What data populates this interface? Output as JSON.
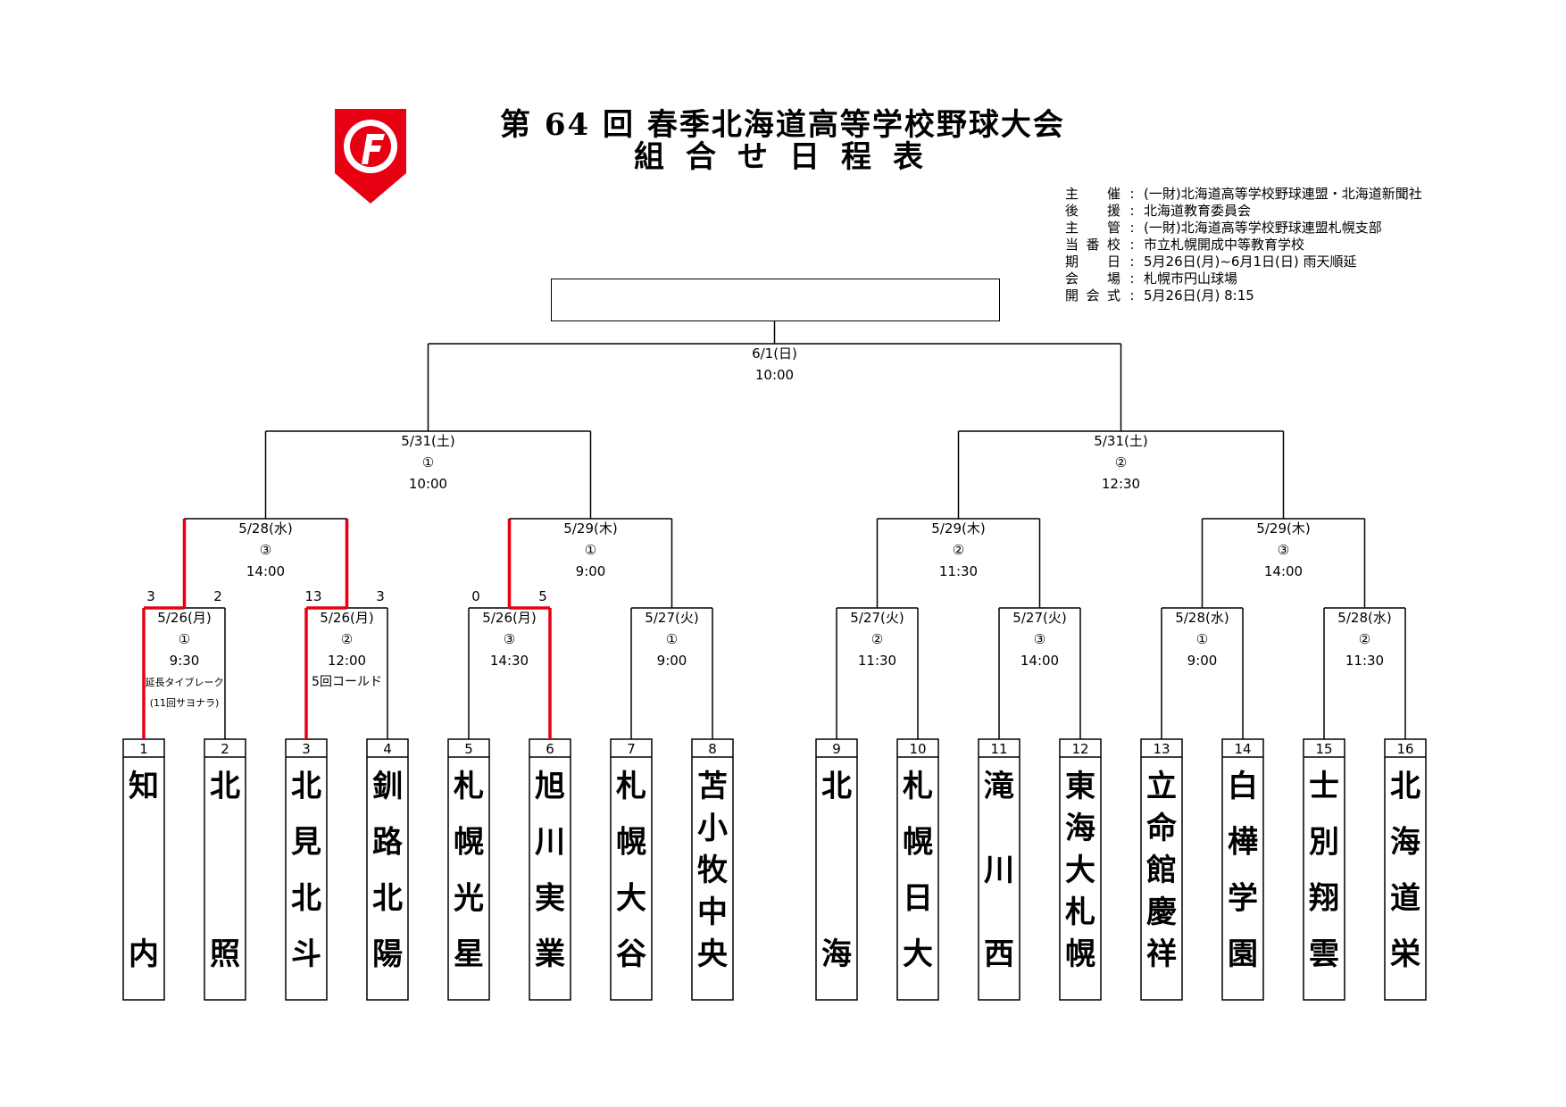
{
  "header": {
    "title_line1": "第 64 回  春季北海道高等学校野球大会",
    "title_line2": "組合せ日程表"
  },
  "logo": {
    "icon": "fighters-f-shield-icon",
    "accent": "#E60012"
  },
  "info": [
    {
      "label": "主催",
      "value": "(一財)北海道高等学校野球連盟・北海道新聞社"
    },
    {
      "label": "後援",
      "value": "北海道教育委員会"
    },
    {
      "label": "主管",
      "value": "(一財)北海道高等学校野球連盟札幌支部"
    },
    {
      "label": "当番校",
      "value": "市立札幌開成中等教育学校"
    },
    {
      "label": "期日",
      "value": " 5月26日(月)~6月1日(日)    雨天順延"
    },
    {
      "label": "会場",
      "value": "札幌市円山球場"
    },
    {
      "label": "開会式",
      "value": " 5月26日(月)  8:15"
    }
  ],
  "colors": {
    "winner_path": "#E60012",
    "line": "#000000"
  },
  "teams": [
    {
      "num": "1",
      "name": "知内"
    },
    {
      "num": "2",
      "name": "北照"
    },
    {
      "num": "3",
      "name": "北見北斗"
    },
    {
      "num": "4",
      "name": "釧路北陽"
    },
    {
      "num": "5",
      "name": "札幌光星"
    },
    {
      "num": "6",
      "name": "旭川実業"
    },
    {
      "num": "7",
      "name": "札幌大谷"
    },
    {
      "num": "8",
      "name": "苫小牧中央"
    },
    {
      "num": "9",
      "name": "北海"
    },
    {
      "num": "10",
      "name": "札幌日大"
    },
    {
      "num": "11",
      "name": "滝川西"
    },
    {
      "num": "12",
      "name": "東海大札幌"
    },
    {
      "num": "13",
      "name": "立命館慶祥"
    },
    {
      "num": "14",
      "name": "白樺学園"
    },
    {
      "num": "15",
      "name": "士別翔雲"
    },
    {
      "num": "16",
      "name": "北海道栄"
    }
  ],
  "round1": [
    {
      "date": "5/26(月)",
      "game": "①",
      "time": "9:30",
      "note1": "延長タイブレーク",
      "note2": "(11回サヨナラ)",
      "score_left": "3",
      "score_right": "2",
      "winner": "left"
    },
    {
      "date": "5/26(月)",
      "game": "②",
      "time": "12:00",
      "note1": "5回コールド",
      "note2": "",
      "score_left": "13",
      "score_right": "3",
      "winner": "left"
    },
    {
      "date": "5/26(月)",
      "game": "③",
      "time": "14:30",
      "note1": "",
      "note2": "",
      "score_left": "0",
      "score_right": "5",
      "winner": "right"
    },
    {
      "date": "5/27(火)",
      "game": "①",
      "time": "9:00",
      "note1": "",
      "note2": "",
      "score_left": "",
      "score_right": "",
      "winner": ""
    },
    {
      "date": "5/27(火)",
      "game": "②",
      "time": "11:30",
      "note1": "",
      "note2": "",
      "score_left": "",
      "score_right": "",
      "winner": ""
    },
    {
      "date": "5/27(火)",
      "game": "③",
      "time": "14:00",
      "note1": "",
      "note2": "",
      "score_left": "",
      "score_right": "",
      "winner": ""
    },
    {
      "date": "5/28(水)",
      "game": "①",
      "time": "9:00",
      "note1": "",
      "note2": "",
      "score_left": "",
      "score_right": "",
      "winner": ""
    },
    {
      "date": "5/28(水)",
      "game": "②",
      "time": "11:30",
      "note1": "",
      "note2": "",
      "score_left": "",
      "score_right": "",
      "winner": ""
    }
  ],
  "quarterfinals": [
    {
      "date": "5/28(水)",
      "game": "③",
      "time": "14:00"
    },
    {
      "date": "5/29(木)",
      "game": "①",
      "time": "9:00"
    },
    {
      "date": "5/29(木)",
      "game": "②",
      "time": "11:30"
    },
    {
      "date": "5/29(木)",
      "game": "③",
      "time": "14:00"
    }
  ],
  "semifinals": [
    {
      "date": "5/31(土)",
      "game": "①",
      "time": "10:00"
    },
    {
      "date": "5/31(土)",
      "game": "②",
      "time": "12:30"
    }
  ],
  "final": {
    "date": "6/1(日)",
    "time": "10:00"
  }
}
